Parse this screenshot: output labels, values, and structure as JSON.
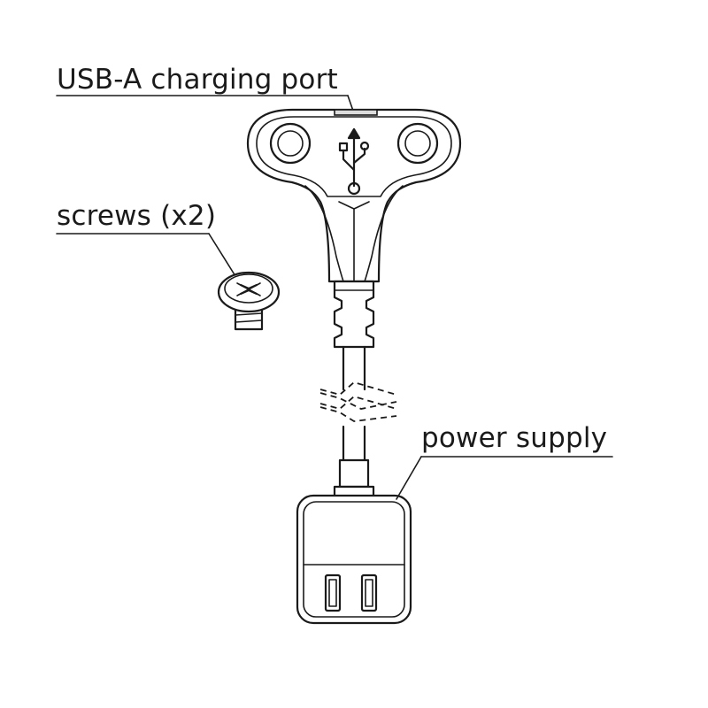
{
  "labels": {
    "usb_port": "USB-A charging port",
    "screws": "screws (x2)",
    "power_supply": "power supply"
  },
  "colors": {
    "line": "#1a1a1a",
    "background": "#ffffff",
    "port_fill": "#dcdcdc"
  },
  "icons": [
    "usb-symbol-icon",
    "screw-icon"
  ]
}
